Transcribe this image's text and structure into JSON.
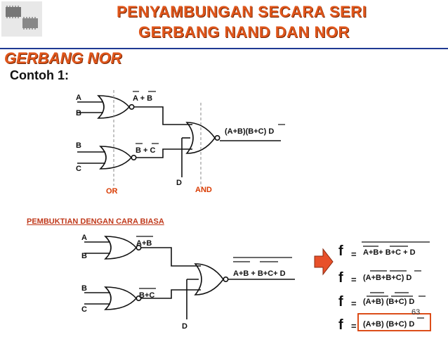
{
  "title": {
    "line1": "PENYAMBUNGAN SECARA SERI",
    "line2": "GERBANG NAND DAN NOR"
  },
  "section_title": "GERBANG  NOR",
  "example_title": "Contoh 1:",
  "circuit1": {
    "inputs": [
      "A",
      "B",
      "B",
      "C"
    ],
    "gate1_output": "A + B",
    "gate2_output": "B + C",
    "input_d": "D",
    "final_output": "(A+B)(B+C) D",
    "label_or": "OR",
    "label_and": "AND"
  },
  "proof_title": "PEMBUKTIAN DENGAN CARA  BIASA",
  "circuit2": {
    "inputs": [
      "A",
      "B",
      "B",
      "C"
    ],
    "gate1_output": "A+B",
    "gate2_output": "B+C",
    "input_d": "D",
    "final_output": "A+B + B+C+ D"
  },
  "equations": [
    {
      "symbol": "f",
      "equals": "=",
      "expr": "A+B+ B+C + D"
    },
    {
      "symbol": "f",
      "equals": "=",
      "expr": "(A+B+B+C)  D"
    },
    {
      "symbol": "f",
      "equals": "=",
      "expr": "(A+B) (B+C)  D"
    },
    {
      "symbol": "f",
      "equals": "=",
      "expr": "(A+B) (B+C)  D"
    }
  ],
  "page_number": "63",
  "colors": {
    "title": "#e0561b",
    "rule": "#1f3a93",
    "accent_red": "#d93a00",
    "arrow": "#e8502a",
    "box": "#d93a00"
  },
  "icons": {
    "thumbnail": "chip-thumbnail-icon",
    "arrow": "right-arrow-icon"
  }
}
